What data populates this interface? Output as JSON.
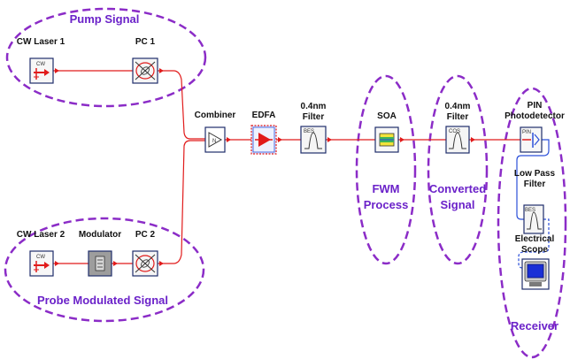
{
  "colors": {
    "ellipse": "#8b2cc7",
    "group_text": "#6b22c9",
    "signal_line": "#e11b1b",
    "electrical_line": "#2b4fd9",
    "component_border": "#1f2d6b"
  },
  "groups": {
    "pump": "Pump Signal",
    "probe": "Probe Modulated Signal",
    "fwm_line1": "FWM",
    "fwm_line2": "Process",
    "converted_line1": "Converted",
    "converted_line2": "Signal",
    "receiver": "Receiver"
  },
  "components": {
    "cw_laser_1": "CW Laser 1",
    "pc1": "PC 1",
    "cw_laser_2": "CW Laser 2",
    "modulator": "Modulator",
    "pc2": "PC 2",
    "combiner": "Combiner",
    "edfa": "EDFA",
    "filter1_line1": "0.4nm",
    "filter1_line2": "Filter",
    "soa": "SOA",
    "filter2_line1": "0.4nm",
    "filter2_line2": "Filter",
    "pin_line1": "PIN",
    "pin_line2": "Photodetector",
    "lpf_line1": "Low Pass",
    "lpf_line2": "Filter",
    "scope_line1": "Electrical",
    "scope_line2": "Scope"
  },
  "icon_text": {
    "cw": "CW",
    "bes1": "BES",
    "cos": "COS",
    "pin": "PIN",
    "bes2": "BES",
    "n": "N"
  },
  "icons": [
    "laser-icon",
    "polarization-controller-icon",
    "modulator-icon",
    "combiner-icon",
    "amplifier-icon",
    "optical-filter-icon",
    "soa-icon",
    "photodetector-icon",
    "lowpass-filter-icon",
    "oscilloscope-icon"
  ]
}
